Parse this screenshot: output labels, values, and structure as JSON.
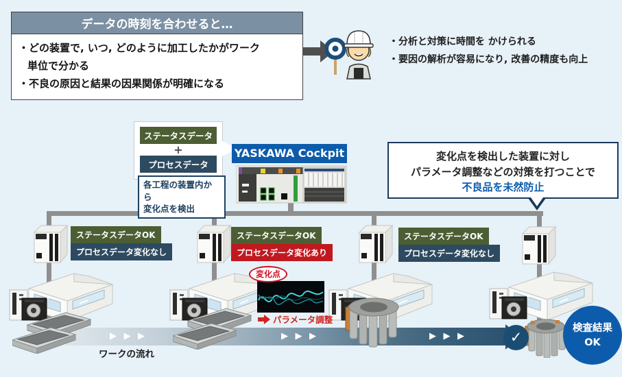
{
  "header_box": {
    "title": "データの時刻を合わせると…",
    "bullet1_line1": "・どの装置で, いつ, どのように加工したかがワーク",
    "bullet1_line2": "単位で分かる",
    "bullet2": "・不良の原因と結果の因果関係が明確になる"
  },
  "benefits": {
    "bullet1": "・分析と対策に時間を かけられる",
    "bullet2": "・要因の解析が容易になり, 改善の精度も向上"
  },
  "data_bubble": {
    "status": "ステータスデータ",
    "plus": "+",
    "process": "プロセスデータ"
  },
  "detect_box": {
    "line1": "各工程の装置内から",
    "line2": "変化点を検出"
  },
  "cockpit": {
    "label": "YASKAWA Cockpit"
  },
  "callout": {
    "line1": "変化点を検出した装置に対し",
    "line2": "パラメータ調整などの対策を打つことで",
    "highlight": "不良品を未然防止"
  },
  "machine_labels": [
    {
      "status": "ステータスデータOK",
      "process": "プロセスデータ変化なし"
    },
    {
      "status": "ステータスデータOK",
      "process": "プロセスデータ変化あり"
    },
    {
      "status": "ステータスデータOK",
      "process": "プロセスデータ変化なし"
    }
  ],
  "change_point": {
    "badge": "変化点",
    "action": "パラメータ調整"
  },
  "flow": {
    "label": "ワークの流れ",
    "chevrons": "▶ ▶ ▶"
  },
  "inspection": {
    "check": "✓",
    "result_line1": "検査結果",
    "result_line2": "OK"
  },
  "colors": {
    "accent_blue": "#0d5cab",
    "status_green": "#4c5e33",
    "process_navy": "#2d4a60",
    "alert_red": "#c0191f",
    "header_gray_blue": "#7b90a3"
  }
}
